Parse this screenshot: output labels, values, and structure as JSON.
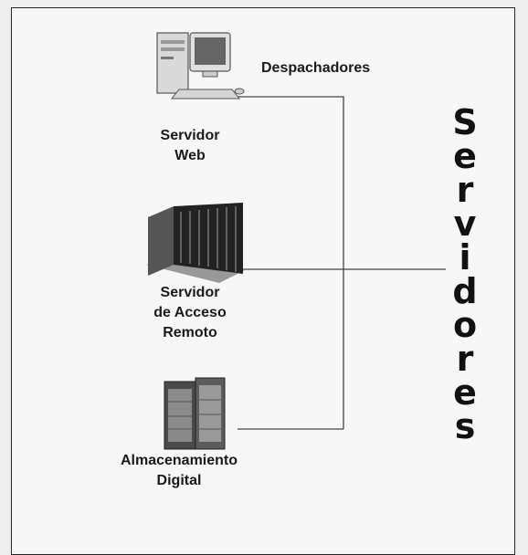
{
  "diagram": {
    "nodes": [
      {
        "id": "web",
        "label_lines": [
          "Servidor",
          "Web"
        ],
        "icon": "desktop-computer-icon"
      },
      {
        "id": "remote",
        "label_lines": [
          "Servidor",
          "de Acceso",
          "Remoto"
        ],
        "icon": "server-rack-icon"
      },
      {
        "id": "storage",
        "label_lines": [
          "Almacenamiento",
          "Digital"
        ],
        "icon": "storage-cabinet-icon"
      }
    ],
    "bus_label": "Despachadores",
    "group_title": "Servidores",
    "group_letters": [
      "S",
      "e",
      "r",
      "v",
      "i",
      "d",
      "o",
      "r",
      "e",
      "s"
    ],
    "colors": {
      "line": "#444444",
      "text": "#1a1a1a",
      "frame": "#222222"
    }
  }
}
